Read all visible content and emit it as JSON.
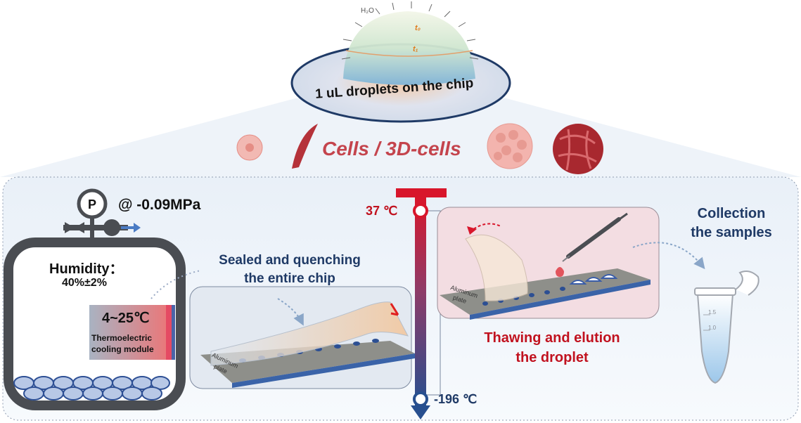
{
  "figure": {
    "droplet_title": "1 uL droplets on the chip",
    "h2o": "H₂O",
    "t0": "t₀",
    "t1": "t₁",
    "cells_title": "Cells / 3D-cells",
    "pressure_symbol": "P",
    "pressure_value": "@ -0.09MPa",
    "humidity_label": "Humidity：",
    "humidity_value": "40%±2%",
    "temperature_range": "4~25℃",
    "cooling_module": [
      "Thermoelectric",
      "cooling module"
    ],
    "step_sealing": [
      "Sealed and quenching",
      "the entire chip"
    ],
    "plate_label": [
      "Aluminum",
      "plate"
    ],
    "temp_high": "37 ℃",
    "temp_low": "-196 ℃",
    "step_thawing": [
      "Thawing and elution",
      "the droplet"
    ],
    "step_collection": [
      "Collection",
      "the samples"
    ],
    "tube_marks": [
      "1.5",
      "1.0"
    ]
  },
  "colors": {
    "navy": "#1f3a66",
    "red": "#c1121f",
    "cell_red": "#b5323a",
    "thaw_panel": "#f3dde2",
    "seal_panel": "#e3e9f1"
  }
}
